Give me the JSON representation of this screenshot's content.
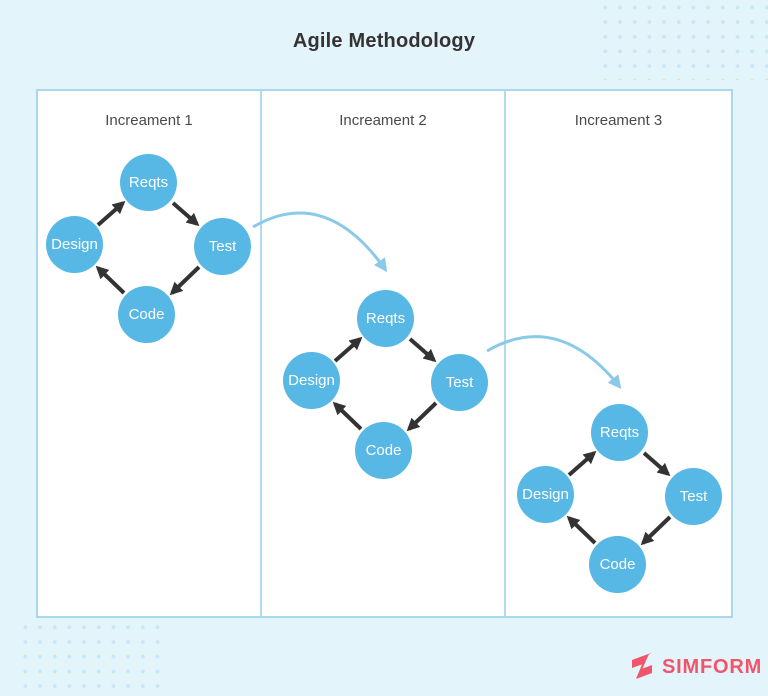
{
  "page": {
    "title": "Agile Methodology",
    "background_color": "#E4F4FB"
  },
  "colors": {
    "node_fill": "#57B7E5",
    "node_text": "#FFFFFF",
    "panel_border": "#A9D8EB",
    "cycle_arrow": "#333333",
    "flow_arrow": "#8BC9E9",
    "dot_pattern": "#C5E7F7",
    "brand_pink": "#F0566B",
    "title_text": "#333333",
    "header_text": "#4A4A4A"
  },
  "increments": [
    {
      "title": "Increament 1",
      "nodes": {
        "top": "Reqts",
        "right": "Test",
        "bottom": "Code",
        "left": "Design"
      }
    },
    {
      "title": "Increament 2",
      "nodes": {
        "top": "Reqts",
        "right": "Test",
        "bottom": "Code",
        "left": "Design"
      }
    },
    {
      "title": "Increament 3",
      "nodes": {
        "top": "Reqts",
        "right": "Test",
        "bottom": "Code",
        "left": "Design"
      }
    }
  ],
  "cycle_flow": [
    "Design → Reqts",
    "Reqts → Test",
    "Test → Code",
    "Code → Design"
  ],
  "increment_flow": [
    "Increament 1 Test → Increament 2 Reqts",
    "Increament 2 Test → Increament 3 Reqts"
  ],
  "logo": {
    "text": "SIMFORM",
    "icon": "simform-s-icon"
  }
}
